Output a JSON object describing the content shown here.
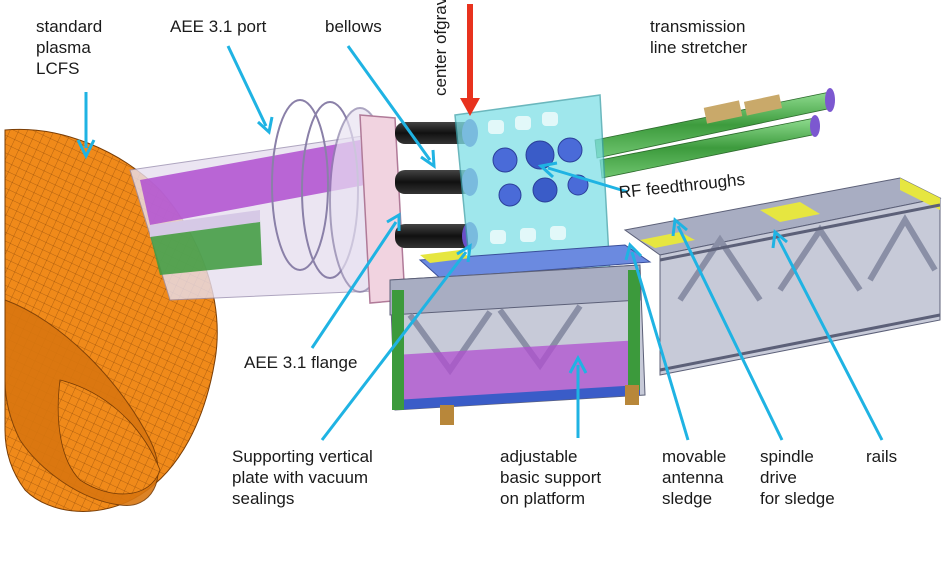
{
  "labels": {
    "lcfs": [
      "standard",
      "plasma",
      "LCFS"
    ],
    "port": [
      "AEE 3.1 port"
    ],
    "bellows": [
      "bellows"
    ],
    "cog": [
      "center of",
      "gravity"
    ],
    "stretcher": [
      "transmission",
      "line stretcher"
    ],
    "rf": [
      "RF feedthroughs"
    ],
    "flange": [
      "AEE 3.1 flange"
    ],
    "plate": [
      "Supporting vertical",
      "plate with vacuum",
      "sealings"
    ],
    "support": [
      "adjustable",
      "basic support",
      "on platform"
    ],
    "sledge": [
      "movable",
      "antenna",
      "sledge"
    ],
    "spindle": [
      "spindle",
      "drive",
      "for sledge"
    ],
    "rails": [
      "rails"
    ]
  },
  "colors": {
    "leader": "#1fb3e3",
    "cog_arrow": "#e8321e",
    "plasma": "#f08a1a",
    "plasma_mesh": "#7a3d05",
    "frame": "#8a8fa6",
    "port_purple": "#b04fd0",
    "port_green": "#3c9a3c",
    "plate": "#7fe0e6",
    "yellow": "#e6e640"
  }
}
